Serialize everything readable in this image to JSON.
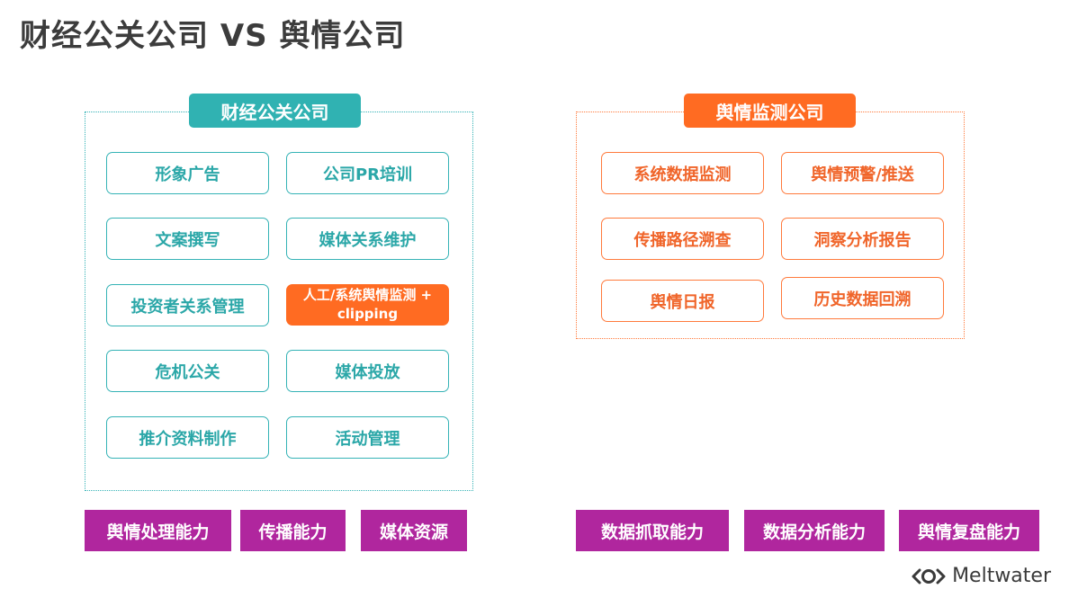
{
  "title": "财经公关公司 VS 舆情公司",
  "left": {
    "tag": "财经公关公司",
    "items": [
      "形象广告",
      "公司PR培训",
      "文案撰写",
      "媒体关系维护",
      "投资者关系管理",
      "人工/系统舆情监测 + clipping",
      "危机公关",
      "媒体投放",
      "推介资料制作",
      "活动管理"
    ],
    "capabilities": [
      "舆情处理能力",
      "传播能力",
      "媒体资源"
    ]
  },
  "right": {
    "tag": "舆情监测公司",
    "items": [
      "系统数据监测",
      "舆情预警/推送",
      "传播路径溯查",
      "洞察分析报告",
      "舆情日报",
      "历史数据回溯"
    ],
    "capabilities": [
      "数据抓取能力",
      "数据分析能力",
      "舆情复盘能力"
    ]
  },
  "brand": {
    "name": "Meltwater"
  },
  "colors": {
    "teal": "#30b2b2",
    "orange": "#ff6b22",
    "purple": "#b0269e"
  }
}
